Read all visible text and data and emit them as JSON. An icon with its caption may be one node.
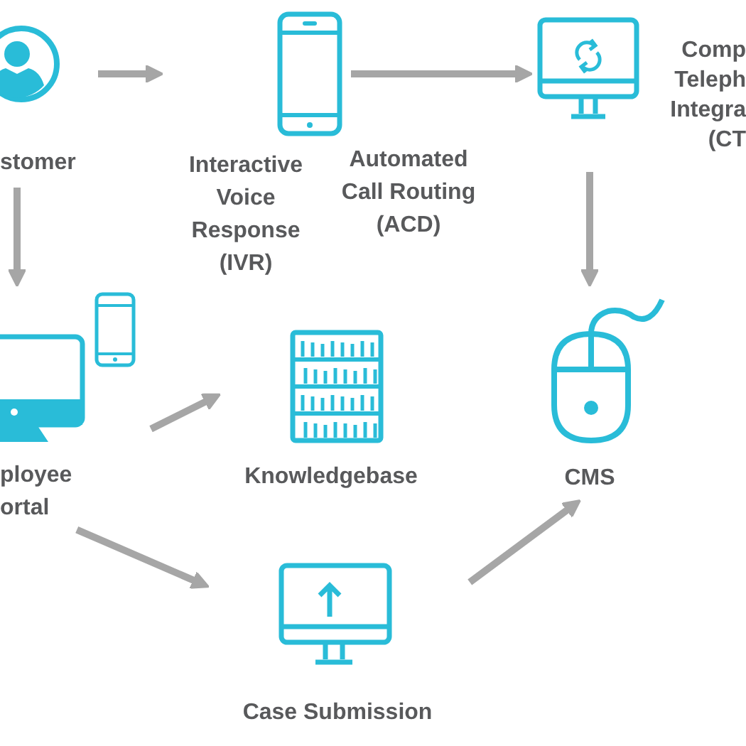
{
  "diagram": {
    "nodes": [
      {
        "text": [
          "stomer"
        ]
      },
      {
        "text": [
          "Interactive Voice Response (IVR)"
        ]
      },
      {
        "text": [
          "Comp Teleph Integra (CT"
        ]
      },
      {
        "text": [
          "ployee ortal"
        ]
      },
      {
        "text": [
          "Knowledgebase"
        ]
      },
      {
        "text": [
          "CMS"
        ]
      },
      {
        "text": [
          "Case Submission"
        ]
      }
    ],
    "edges": [
      {
        "from": 0,
        "to": 1,
        "arrow": "to"
      },
      {
        "from": 1,
        "to": 2,
        "arrow": "to"
      },
      {
        "from": 2,
        "to": 5,
        "arrow": "to"
      },
      {
        "from": 0,
        "to": 3,
        "arrow": "to"
      },
      {
        "from": 3,
        "to": 4,
        "arrow": "to"
      },
      {
        "from": 3,
        "to": 6,
        "arrow": "to"
      },
      {
        "from": 6,
        "to": 5,
        "arrow": "to"
      }
    ],
    "labels": [
      "Automated Call Routing (ACD)"
    ]
  }
}
